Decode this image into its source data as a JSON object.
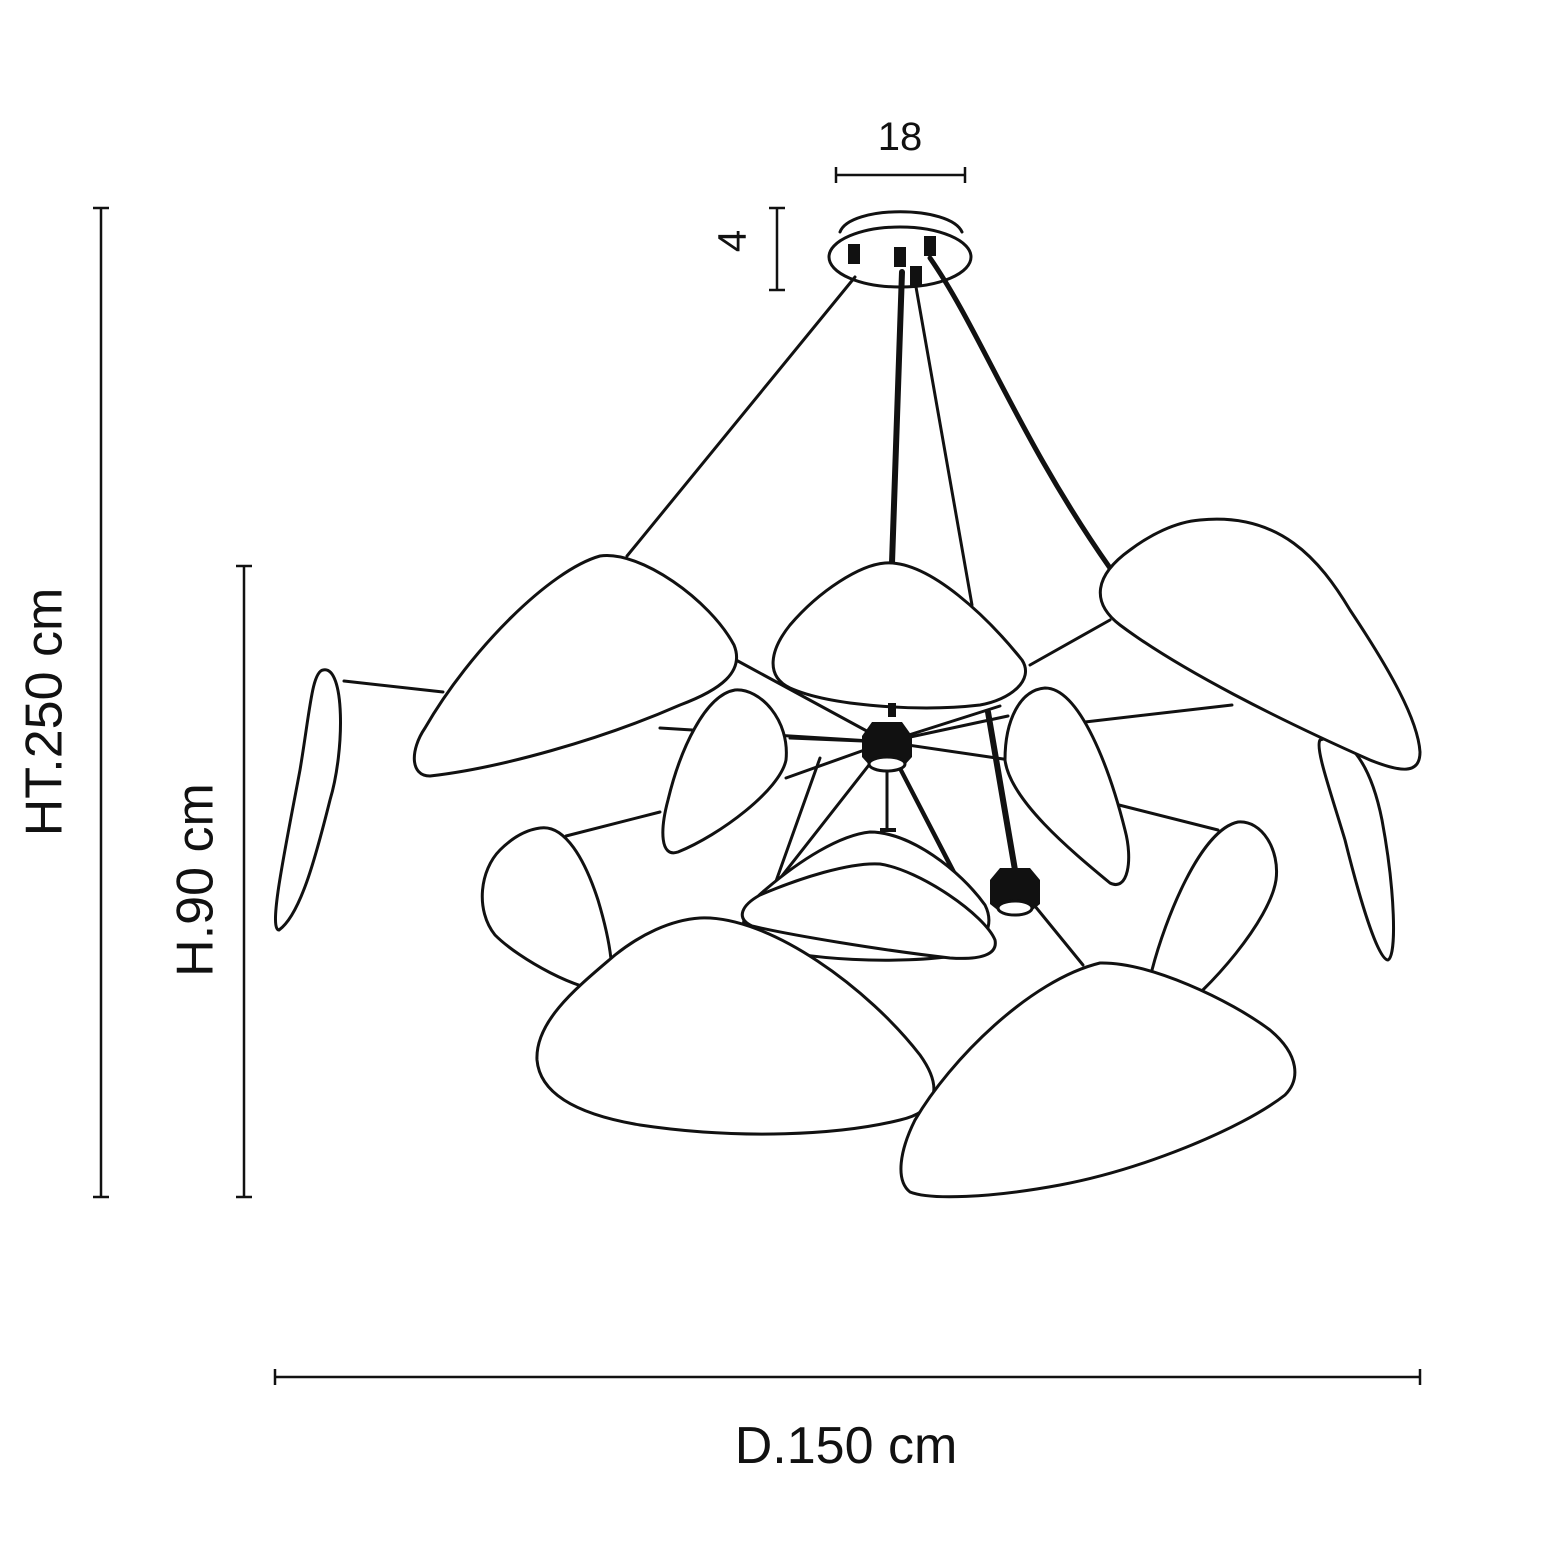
{
  "dimensions": {
    "canopy_width": "18",
    "canopy_height": "4",
    "overall_height": "HT.250 cm",
    "fixture_height": "H.90 cm",
    "diameter": "D.150 cm"
  },
  "colors": {
    "line": "#111111",
    "background": "#ffffff"
  }
}
